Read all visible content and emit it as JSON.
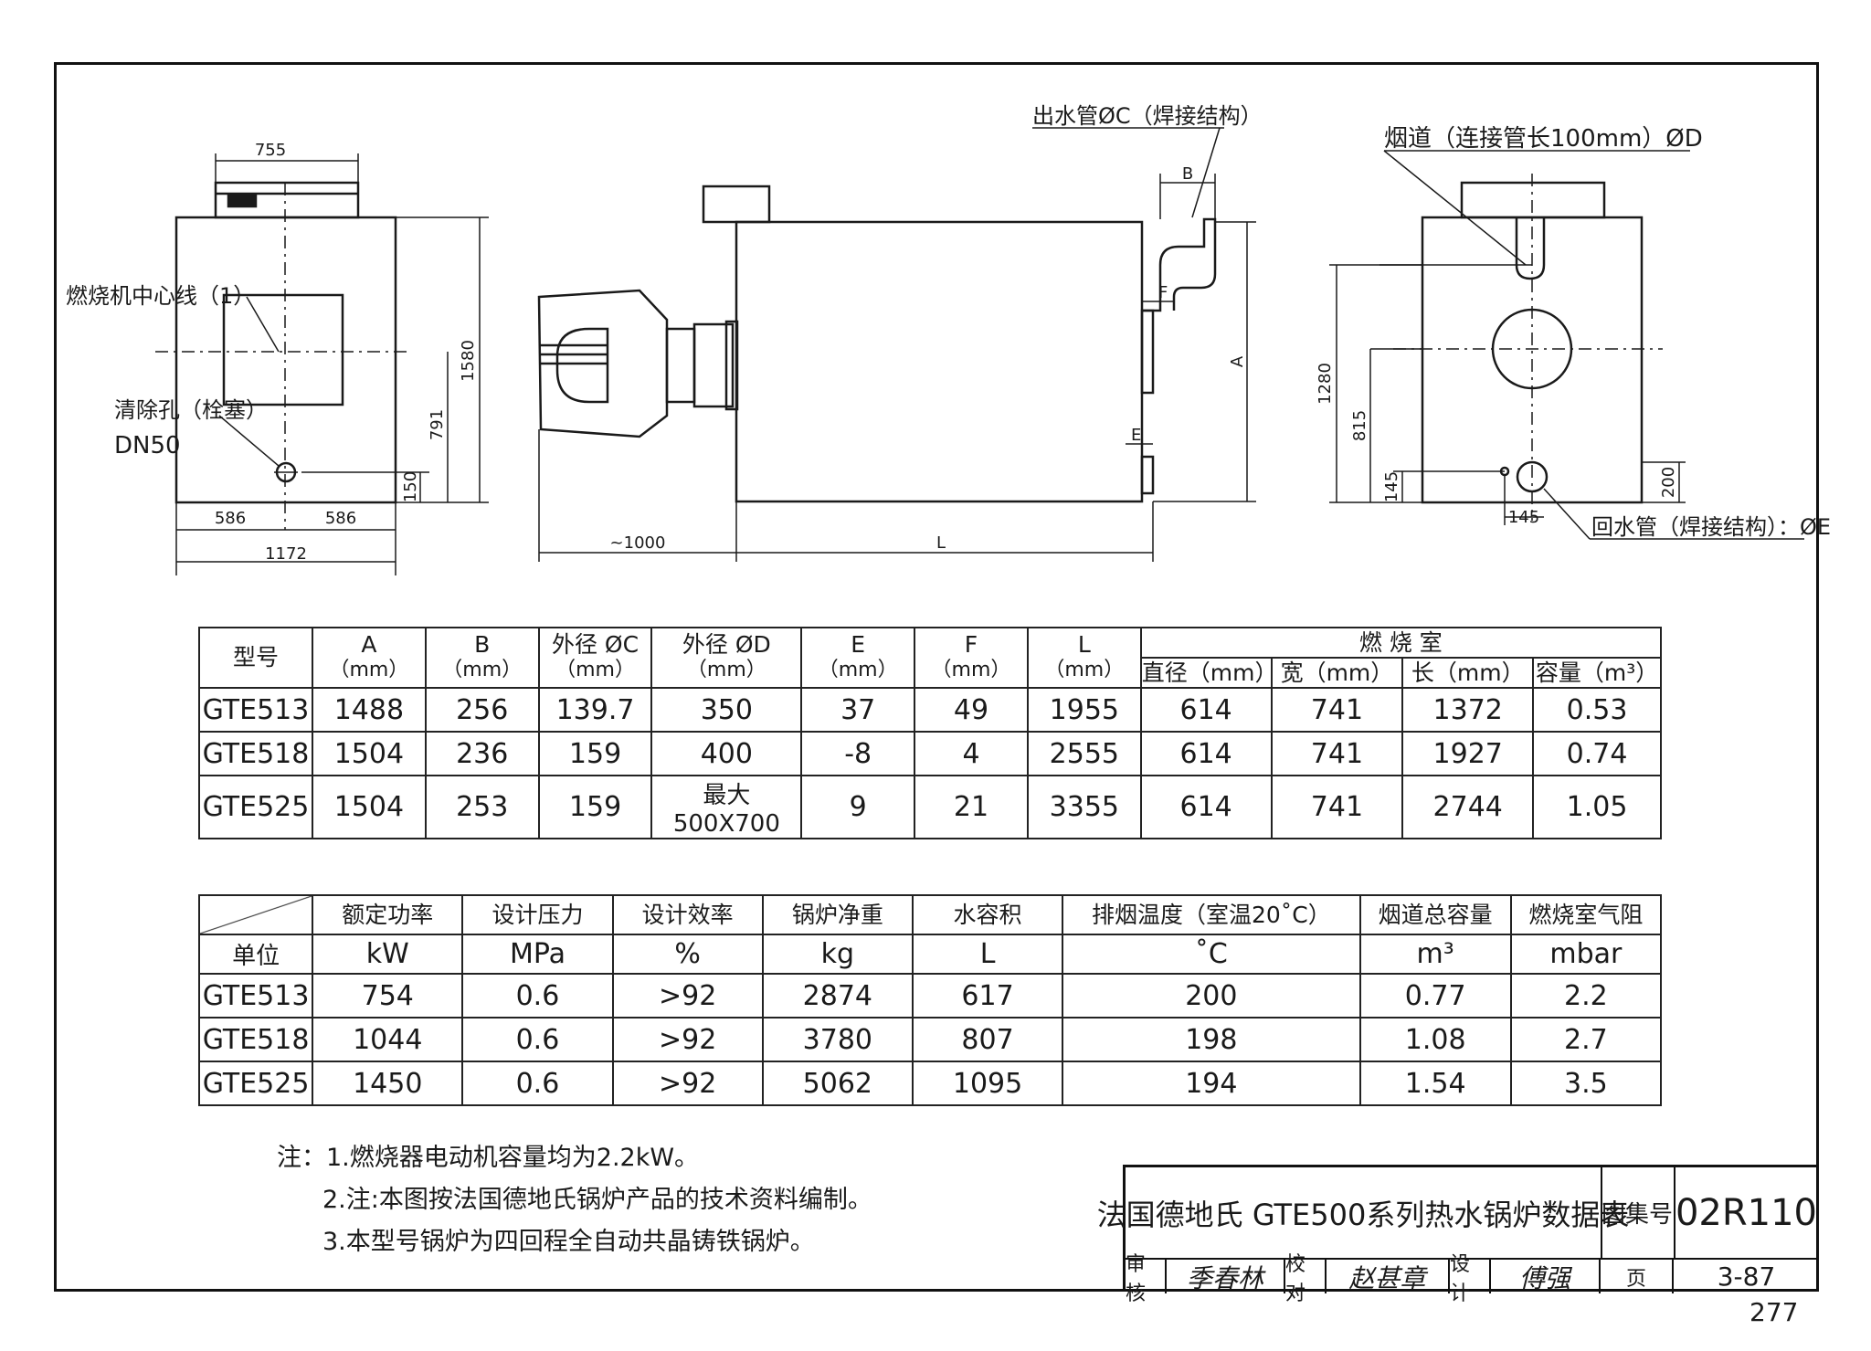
{
  "drawings": {
    "front": {
      "dim_top": "755",
      "burner_centerline_label": "燃烧机中心线（1）",
      "cleanout_label": "清除孔（栓塞）",
      "cleanout_size": "DN50",
      "dim_height": "1580",
      "dim_791": "791",
      "dim_150": "150",
      "dim_left_586": "586",
      "dim_right_586": "586",
      "dim_width": "1172"
    },
    "side": {
      "outlet_label": "出水管ØC（焊接结构）",
      "dim_b": "B",
      "dim_f": "F",
      "dim_e": "E",
      "dim_a": "A",
      "dim_burner": "~1000",
      "dim_l": "L"
    },
    "rear": {
      "flue_label": "烟道（连接管长100mm）ØD",
      "dim_1280": "1280",
      "dim_815": "815",
      "dim_145_v": "145",
      "dim_145_h": "145",
      "dim_200": "200",
      "return_label": "回水管（焊接结构）：ØE"
    }
  },
  "table1": {
    "headers": {
      "model": "型号",
      "a": "A",
      "a_unit": "（mm）",
      "b": "B",
      "b_unit": "（mm）",
      "c": "外径 ØC",
      "c_unit": "（mm）",
      "d": "外径 ØD",
      "d_unit": "（mm）",
      "e": "E",
      "e_unit": "（mm）",
      "f": "F",
      "f_unit": "（mm）",
      "l": "L",
      "l_unit": "（mm）",
      "chamber": "燃 烧 室",
      "diameter": "直径（mm）",
      "width": "宽（mm）",
      "length": "长（mm）",
      "volume": "容量（m³）"
    },
    "rows": [
      [
        "GTE513",
        "1488",
        "256",
        "139.7",
        "350",
        "37",
        "49",
        "1955",
        "614",
        "741",
        "1372",
        "0.53"
      ],
      [
        "GTE518",
        "1504",
        "236",
        "159",
        "400",
        "-8",
        "4",
        "2555",
        "614",
        "741",
        "1927",
        "0.74"
      ],
      [
        "GTE525",
        "1504",
        "253",
        "159",
        "最大 500X700",
        "9",
        "21",
        "3355",
        "614",
        "741",
        "2744",
        "1.05"
      ]
    ]
  },
  "table2": {
    "headers": [
      "额定功率",
      "设计压力",
      "设计效率",
      "锅炉净重",
      "水容积",
      "排烟温度（室温20˚C）",
      "烟道总容量",
      "燃烧室气阻"
    ],
    "unit_label": "单位",
    "units": [
      "kW",
      "MPa",
      "%",
      "kg",
      "L",
      "˚C",
      "m³",
      "mbar"
    ],
    "rows": [
      [
        "GTE513",
        "754",
        "0.6",
        ">92",
        "2874",
        "617",
        "200",
        "0.77",
        "2.2"
      ],
      [
        "GTE518",
        "1044",
        "0.6",
        ">92",
        "3780",
        "807",
        "198",
        "1.08",
        "2.7"
      ],
      [
        "GTE525",
        "1450",
        "0.6",
        ">92",
        "5062",
        "1095",
        "194",
        "1.54",
        "3.5"
      ]
    ]
  },
  "notes": {
    "prefix": "注：",
    "items": [
      "1.燃烧器电动机容量均为2.2kW。",
      "2.注:本图按法国德地氏锅炉产品的技术资料编制。",
      "3.本型号锅炉为四回程全自动共晶铸铁锅炉。"
    ]
  },
  "title_block": {
    "title": "法国德地氏 GTE500系列热水锅炉数据表",
    "atlas_label": "图集号",
    "atlas_no": "02R110",
    "review_label": "审核",
    "review_sig": "季春林",
    "check_label": "校对",
    "check_sig": "赵甚章",
    "design_label": "设计",
    "design_sig": "傅强",
    "page_label": "页",
    "page_no": "3-87"
  },
  "page_number": "277"
}
